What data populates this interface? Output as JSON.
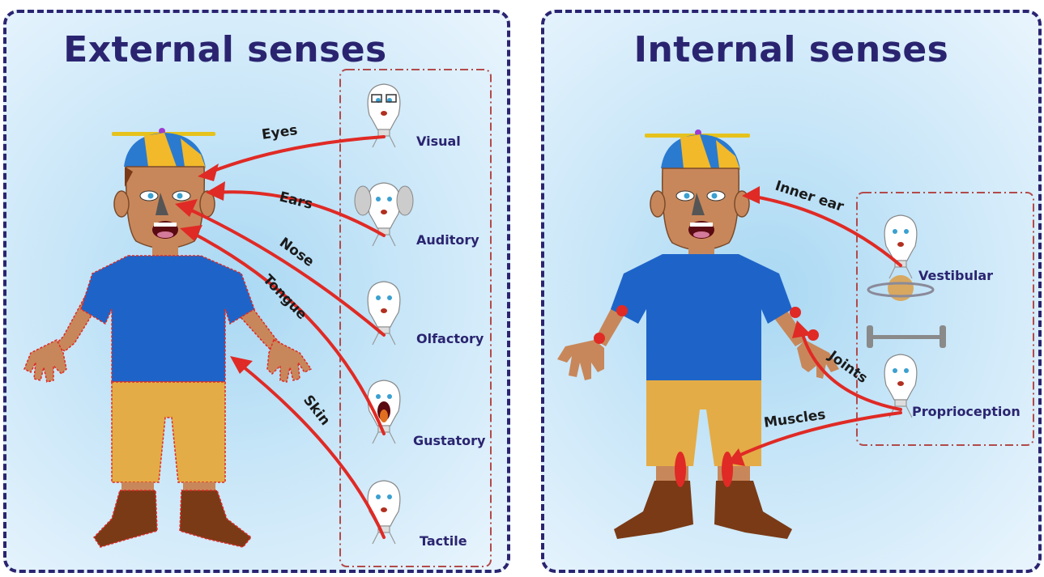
{
  "panels": {
    "external": {
      "title": "External senses",
      "pathways": [
        {
          "organ": "Eyes",
          "receptor": "Visual"
        },
        {
          "organ": "Ears",
          "receptor": "Auditory"
        },
        {
          "organ": "Nose",
          "receptor": "Olfactory"
        },
        {
          "organ": "Tongue",
          "receptor": "Gustatory"
        },
        {
          "organ": "Skin",
          "receptor": "Tactile"
        }
      ]
    },
    "internal": {
      "title": "Internal senses",
      "pathways": [
        {
          "organ": "Inner ear",
          "receptor": "Vestibular"
        },
        {
          "organ": "Joints",
          "receptor": "Proprioception"
        },
        {
          "organ": "Muscles",
          "receptor": "Proprioception"
        }
      ]
    }
  },
  "colors": {
    "title": "#2a2470",
    "frame": "#2a2470",
    "arrow": "#e02a25",
    "shirt": "#1e64c8",
    "shorts": "#e4ac46",
    "skin": "#c8875a",
    "boots": "#7a3a16"
  }
}
